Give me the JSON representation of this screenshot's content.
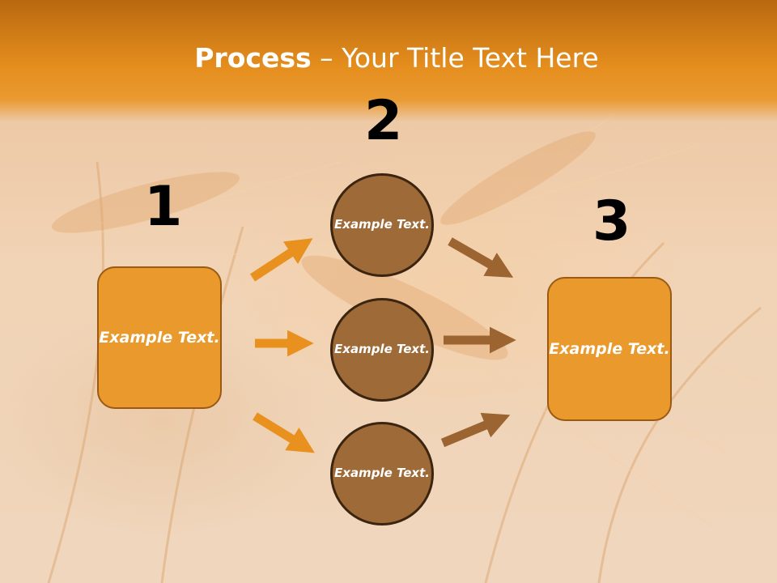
{
  "title": {
    "bold": "Process",
    "rest": " – Your Title Text Here"
  },
  "steps": {
    "one": "1",
    "two": "2",
    "three": "3"
  },
  "left_box": {
    "text": "Example Text."
  },
  "right_box": {
    "text": "Example Text."
  },
  "circles": [
    {
      "text": "Example Text."
    },
    {
      "text": "Example Text."
    },
    {
      "text": "Example Text."
    }
  ],
  "colors": {
    "header": "#e58e1e",
    "box_fill": "#ea9a2c",
    "circle_fill": "#9e6a38",
    "arrow_left": "#e8911f",
    "arrow_right": "#9c6431"
  }
}
